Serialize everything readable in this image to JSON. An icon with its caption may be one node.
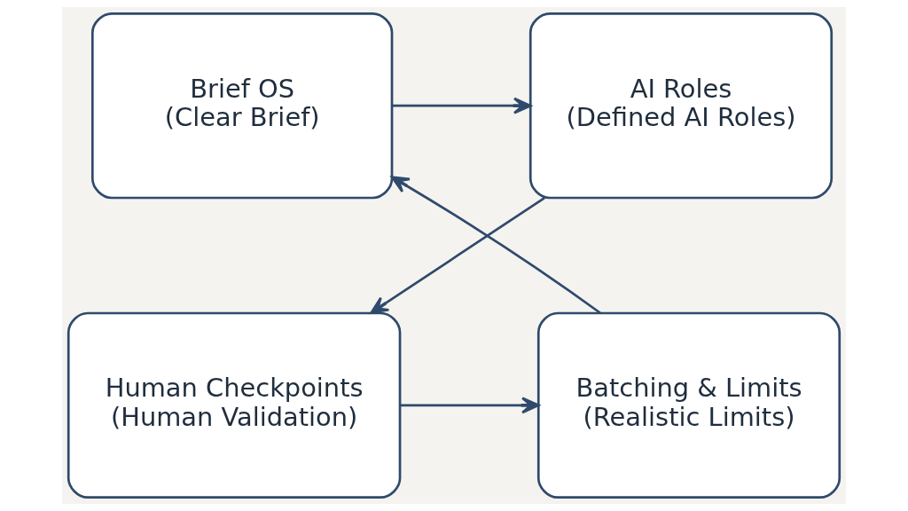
{
  "diagram": {
    "nodes": [
      {
        "text": [
          "Brief OS",
          "(Clear Brief)"
        ]
      },
      {
        "text": [
          "AI Roles",
          "(Defined AI Roles)"
        ]
      },
      {
        "text": [
          "Human Checkpoints",
          "(Human Validation)"
        ]
      },
      {
        "text": [
          "Batching & Limits",
          "(Realistic Limits)"
        ]
      }
    ],
    "edges": [
      {
        "from": 0,
        "to": 1,
        "arrow": "to"
      },
      {
        "from": 1,
        "to": 2,
        "arrow": "to"
      },
      {
        "from": 2,
        "to": 3,
        "arrow": "to"
      },
      {
        "from": 3,
        "to": 0,
        "arrow": "to"
      }
    ]
  }
}
